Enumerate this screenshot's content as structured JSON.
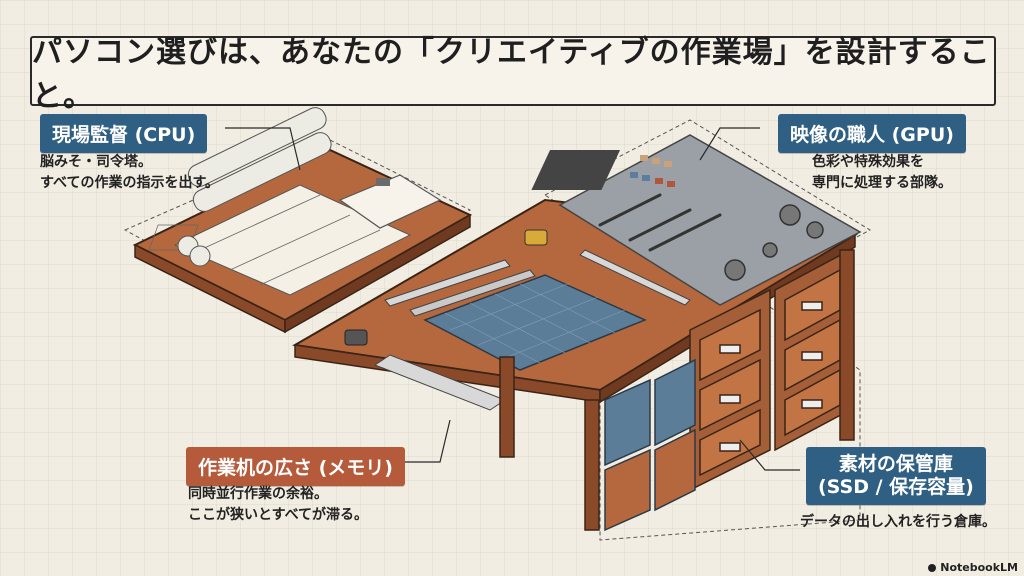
{
  "title": "パソコン選びは、あなたの「クリエイティブの作業場」を設計すること。",
  "cpu": {
    "label": "現場監督 (CPU)",
    "desc": [
      "脳みそ・司令塔。",
      "すべての作業の指示を出す。"
    ]
  },
  "gpu": {
    "label": "映像の職人 (GPU)",
    "desc": [
      "色彩や特殊効果を",
      "専門に処理する部隊。"
    ]
  },
  "memory": {
    "label": "作業机の広さ (メモリ)",
    "desc": [
      "同時並行作業の余裕。",
      "ここが狭いとすべてが滞る。"
    ]
  },
  "ssd": {
    "label_line1": "素材の保管庫",
    "label_line2": "(SSD / 保存容量)",
    "desc": [
      "データの出し入れを行う倉庫。"
    ]
  },
  "footer": "NotebookLM",
  "colors": {
    "blue": "#2f5f83",
    "orange": "#b55a3a",
    "wood": "#b5683e",
    "background": "#f2ede2"
  }
}
